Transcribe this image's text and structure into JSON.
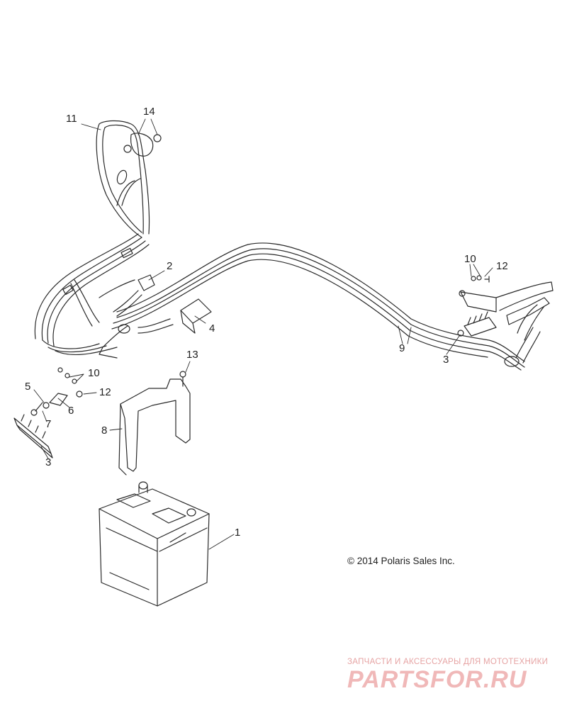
{
  "callouts": {
    "c1": "1",
    "c2": "2",
    "c3a": "3",
    "c3b": "3",
    "c4": "4",
    "c5": "5",
    "c6": "6",
    "c7": "7",
    "c8": "8",
    "c9": "9",
    "c10a": "10",
    "c10b": "10",
    "c11": "11",
    "c12a": "12",
    "c12b": "12",
    "c13": "13",
    "c14": "14"
  },
  "copyright": "© 2014 Polaris Sales Inc.",
  "watermark": {
    "subtitle": "ЗАПЧАСТИ И АКСЕССУАРЫ ДЛЯ МОТОТЕХНИКИ",
    "logo": "PARTSFOR.RU"
  },
  "colors": {
    "line": "#2a2a2a",
    "text": "#222222",
    "watermark": "#f0b8b8"
  }
}
